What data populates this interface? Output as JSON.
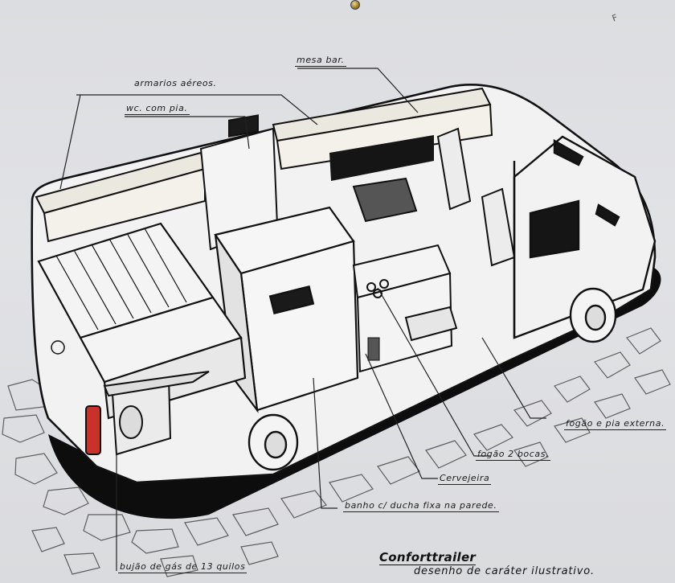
{
  "drawing": {
    "subject": "Camper van cutaway illustration",
    "brand_title": "Conforttrailer",
    "subtitle": "desenho de caráter ilustrativo.",
    "corner_mark": "F",
    "colors": {
      "paper": "#dcdde0",
      "ink": "#111111",
      "shadow": "#0d0d0d",
      "tail_light": "#c8322a",
      "wood": "#e8e4da"
    }
  },
  "labels": {
    "mesa_bar": "mesa bar.",
    "armarios_aereos": "armarios aéreos.",
    "wc_com_pia": "wc. com pia.",
    "fogao_pia_externa": "fogão e pia externa.",
    "fogao_bocas": "fogão 2 bocas.",
    "cervejeira": "Cervejeira",
    "banho_ducha": "banho c/ ducha fixa na parede.",
    "bujao_gas": "bujão de gás de 13 quilos"
  }
}
